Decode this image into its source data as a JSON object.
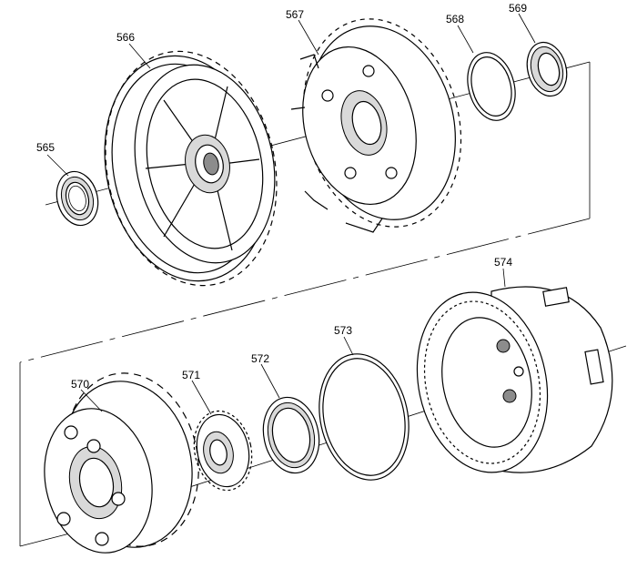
{
  "colors": {
    "line": "#000000",
    "shade": "#d9d9d9",
    "background": "#ffffff"
  },
  "parts": {
    "p565": "565",
    "p566": "566",
    "p567": "567",
    "p568": "568",
    "p569": "569",
    "p570": "570",
    "p571": "571",
    "p572": "572",
    "p573": "573",
    "p574": "574"
  }
}
